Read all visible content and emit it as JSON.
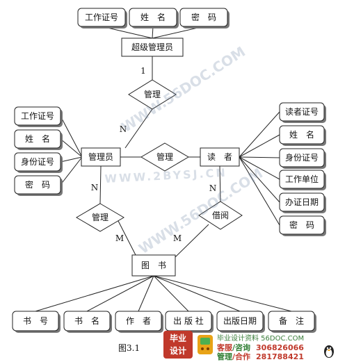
{
  "entities": [
    {
      "id": "super_admin",
      "label": "超级管理员"
    },
    {
      "id": "admin",
      "label": "管理员"
    },
    {
      "id": "reader",
      "label": "读　者"
    },
    {
      "id": "book",
      "label": "图　书"
    }
  ],
  "relationships": [
    {
      "id": "rel_super_manage",
      "label": "管理"
    },
    {
      "id": "rel_admin_reader",
      "label": "管理"
    },
    {
      "id": "rel_admin_book",
      "label": "管理"
    },
    {
      "id": "rel_borrow",
      "label": "借阅"
    }
  ],
  "attributes": {
    "super_admin": [
      "工作证号",
      "姓　名",
      "密　码"
    ],
    "admin": [
      "工作证号",
      "姓　名",
      "身份证号",
      "密　码"
    ],
    "reader": [
      "读者证号",
      "姓　名",
      "身份证号",
      "工作单位",
      "办证日期",
      "密　码"
    ],
    "book": [
      "书　号",
      "书　名",
      "作　者",
      "出 版 社",
      "出版日期",
      "备　注"
    ]
  },
  "cardinalities": [
    "1",
    "N",
    "N",
    "N",
    "M",
    "M"
  ],
  "caption": "图3.1",
  "watermark": {
    "line1": "WWW.56DOC.COM",
    "line2": "WWW.2BYSJ.CN",
    "line3": "WWW.56DOC.COM"
  },
  "footer": {
    "badge_line1": "毕业",
    "badge_line2": "设计",
    "site": "毕业设计资料 56DOC.COM",
    "row1_a": "客服",
    "row1_b": "/咨询",
    "row1_num": "306826066",
    "row2_a": "管理",
    "row2_b": "/合作",
    "row2_num": "281788421"
  }
}
